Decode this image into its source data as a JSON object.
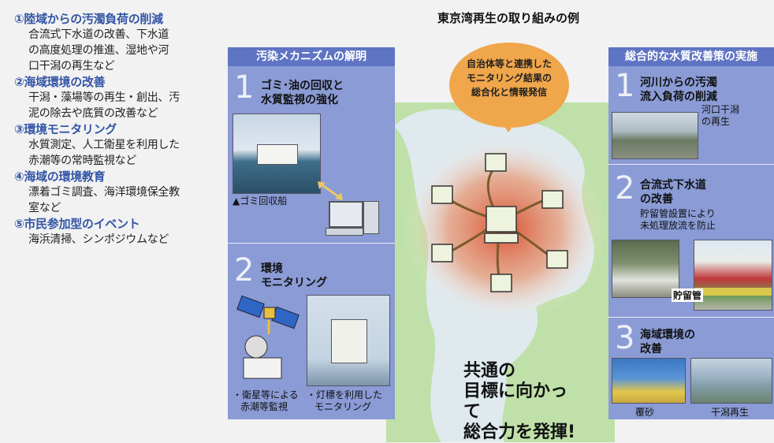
{
  "title": "東京湾再生の取り組みの例",
  "left_list": [
    {
      "title": "①陸域からの汚濁負荷の削減",
      "lines": [
        "合流式下水道の改善、下水道",
        "の高度処理の推進、湿地や河",
        "口干潟の再生など"
      ]
    },
    {
      "title": "②海域環境の改善",
      "lines": [
        "干潟・藻場等の再生・創出、汚",
        "泥の除去や底質の改善など"
      ]
    },
    {
      "title": "③環境モニタリング",
      "lines": [
        "水質測定、人工衛星を利用した",
        "赤潮等の常時監視など"
      ]
    },
    {
      "title": "④海域の環境教育",
      "lines": [
        "漂着ゴミ調査、海洋環境保全教",
        "室など"
      ]
    },
    {
      "title": "⑤市民参加型のイベント",
      "lines": [
        "海浜清掃、シンポジウムなど"
      ]
    }
  ],
  "left_panel": {
    "header": "汚染メカニズムの解明",
    "item1": {
      "num": "1",
      "title_lines": [
        "ゴミ･油の回収と",
        "水質監視の強化"
      ],
      "caption": "▲ゴミ回収船"
    },
    "item2": {
      "num": "2",
      "title_lines": [
        "環境",
        "モニタリング"
      ],
      "caption1_lines": [
        "・衛星等による",
        "赤潮等監視"
      ],
      "caption2_lines": [
        "・灯標を利用した",
        "モニタリング"
      ]
    }
  },
  "center": {
    "bubble_lines": [
      "自治体等と連携した",
      "モニタリング結果の",
      "総合化と情報発信"
    ],
    "slogan_lines": [
      "共通の",
      "目標に向かって",
      "総合力を発揮!"
    ]
  },
  "right_panel": {
    "header": "総合的な水質改善策の実施",
    "item1": {
      "num": "1",
      "title_lines": [
        "河川からの汚濁",
        "流入負荷の削減"
      ],
      "caption_lines": [
        "河口干潟",
        "の再生"
      ]
    },
    "item2": {
      "num": "2",
      "title_lines": [
        "合流式下水道",
        "の改善"
      ],
      "caption_lines": [
        "貯留管設置により",
        "未処理放流を防止"
      ],
      "photo_label": "貯留管"
    },
    "item3": {
      "num": "3",
      "title_lines": [
        "海域環境の",
        "改善"
      ],
      "caption_a": "覆砂",
      "caption_b": "干潟再生"
    }
  },
  "colors": {
    "panel": "#8a9bd5",
    "header": "#5f74c2",
    "bubble": "#f0a64a",
    "land": "#bfe0a8",
    "accent_text": "#3355a6"
  }
}
